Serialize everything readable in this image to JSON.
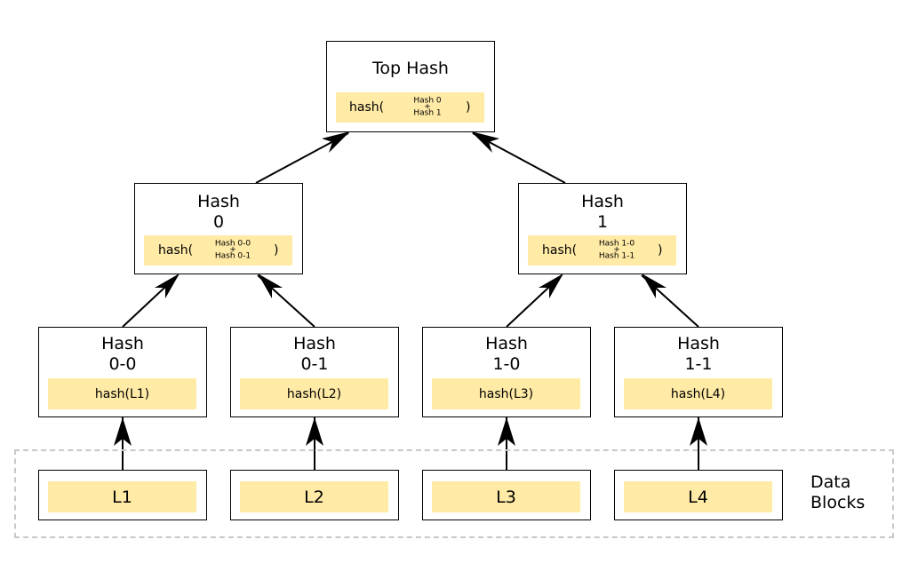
{
  "top": {
    "title": "Top Hash",
    "hash_prefix": "hash(",
    "input_a": "Hash 0",
    "plus": "+",
    "input_b": "Hash 1",
    "hash_suffix": ")"
  },
  "h0": {
    "title_line1": "Hash",
    "title_line2": "0",
    "hash_prefix": "hash(",
    "input_a": "Hash 0-0",
    "plus": "+",
    "input_b": "Hash 0-1",
    "hash_suffix": ")"
  },
  "h1": {
    "title_line1": "Hash",
    "title_line2": "1",
    "hash_prefix": "hash(",
    "input_a": "Hash 1-0",
    "plus": "+",
    "input_b": "Hash 1-1",
    "hash_suffix": ")"
  },
  "h00": {
    "title_line1": "Hash",
    "title_line2": "0-0",
    "formula": "hash(L1)"
  },
  "h01": {
    "title_line1": "Hash",
    "title_line2": "0-1",
    "formula": "hash(L2)"
  },
  "h10": {
    "title_line1": "Hash",
    "title_line2": "1-0",
    "formula": "hash(L3)"
  },
  "h11": {
    "title_line1": "Hash",
    "title_line2": "1-1",
    "formula": "hash(L4)"
  },
  "leaves": [
    "L1",
    "L2",
    "L3",
    "L4"
  ],
  "data_blocks_label": {
    "line1": "Data",
    "line2": "Blocks"
  },
  "colors": {
    "strip": "#ffeaa6",
    "border": "#000000",
    "dash": "#c8c8c8"
  }
}
